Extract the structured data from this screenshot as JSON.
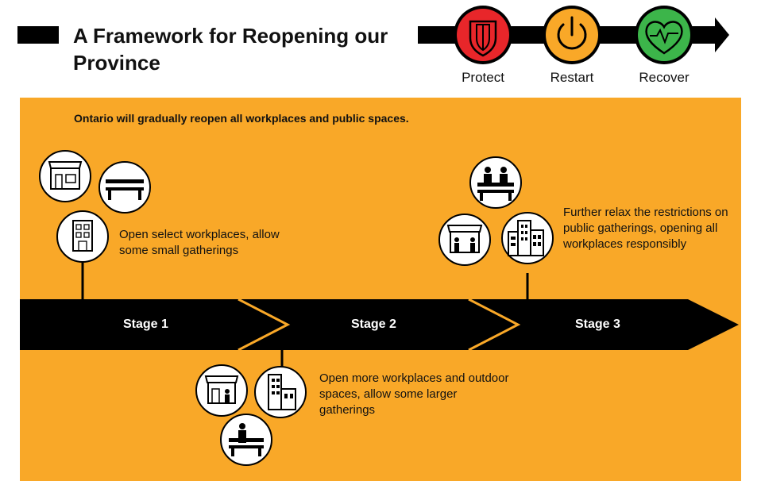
{
  "header": {
    "title": "A Framework for Reopening our Province",
    "phases": [
      {
        "label": "Protect",
        "icon": "shield-icon",
        "color": "#e8262a"
      },
      {
        "label": "Restart",
        "icon": "power-icon",
        "color": "#f9a828"
      },
      {
        "label": "Recover",
        "icon": "heartbeat-icon",
        "color": "#3cb54a"
      }
    ]
  },
  "panel": {
    "background": "#f9a828",
    "intro": "Ontario will gradually reopen all workplaces and public spaces."
  },
  "stages": [
    {
      "label": "Stage 1",
      "description": "Open select workplaces, allow some small gatherings",
      "icons": [
        "storefront-icon",
        "park-bench-icon",
        "office-building-icon"
      ]
    },
    {
      "label": "Stage 2",
      "description": "Open more workplaces and outdoor spaces, allow some larger gatherings",
      "icons": [
        "store-with-person-icon",
        "office-tower-icon",
        "person-on-bench-icon"
      ]
    },
    {
      "label": "Stage 3",
      "description": "Further relax the restrictions on public gatherings, opening all workplaces responsibly",
      "icons": [
        "people-on-bench-icon",
        "store-with-people-icon",
        "city-buildings-icon"
      ]
    }
  ]
}
